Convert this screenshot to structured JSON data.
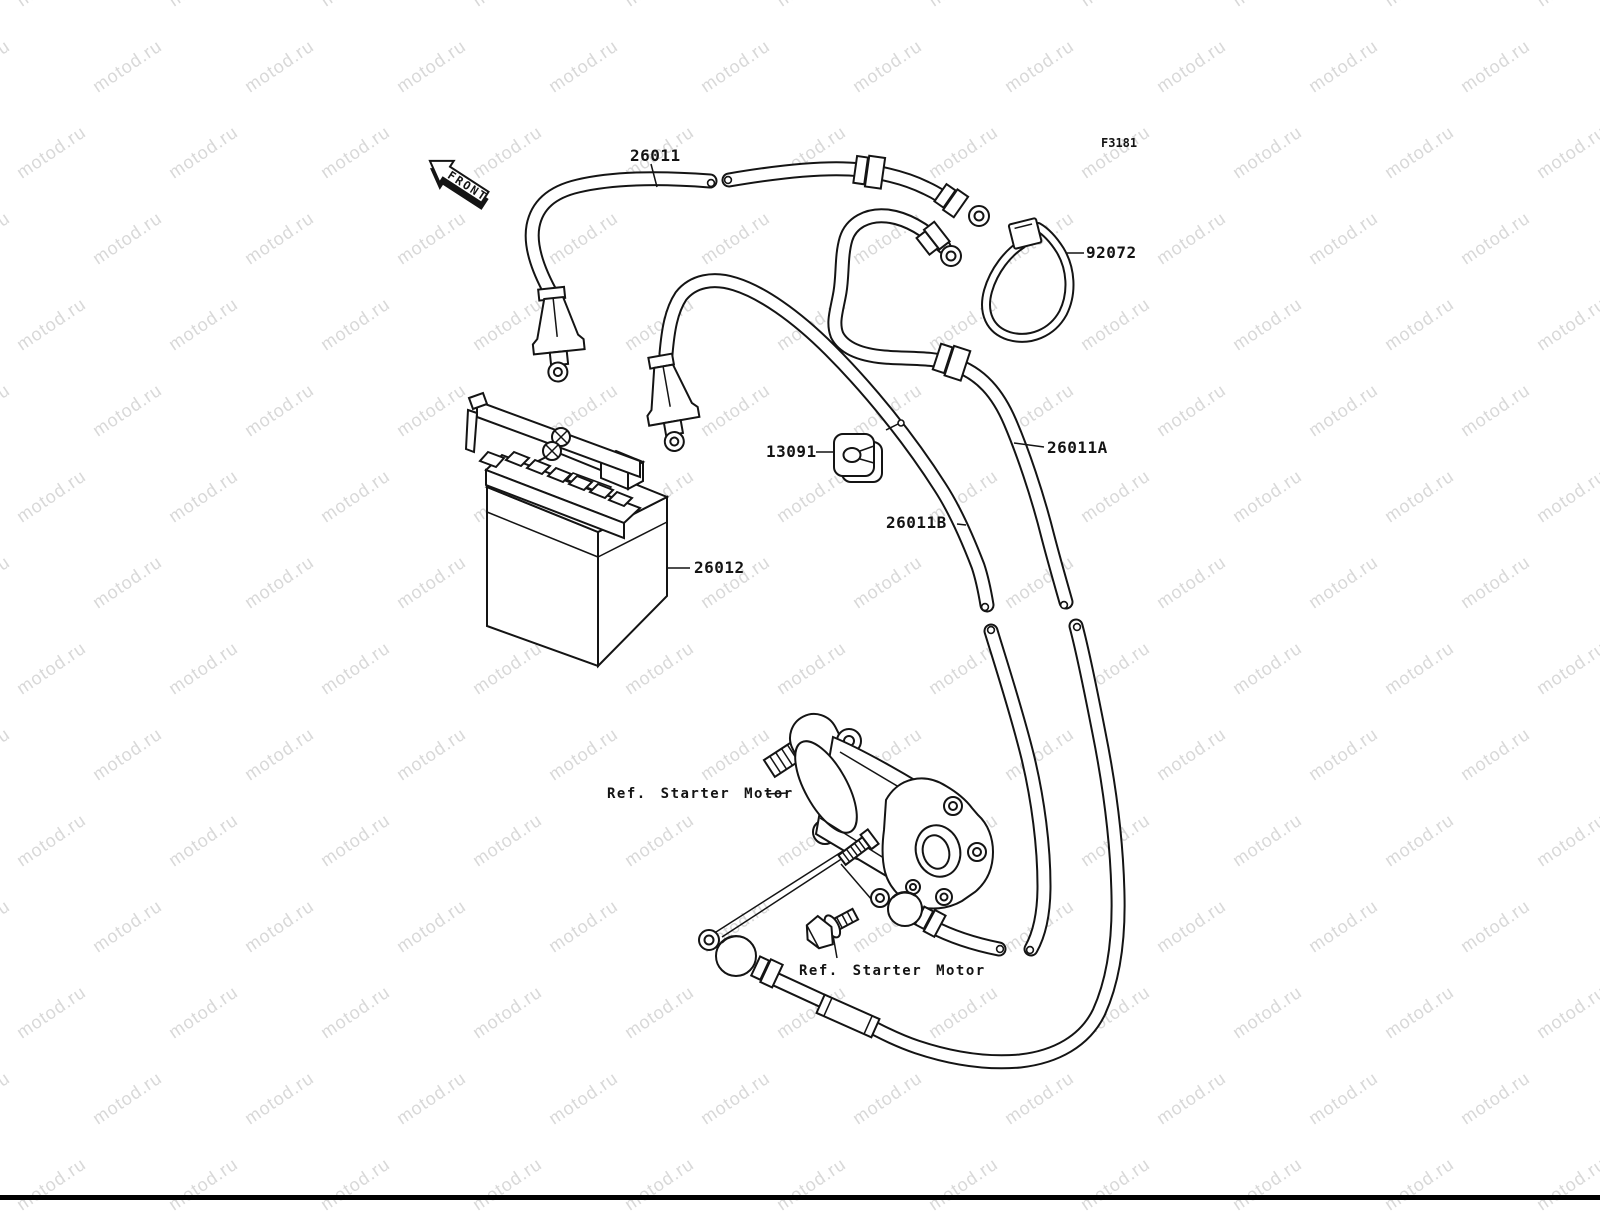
{
  "page": {
    "background": "#ffffff",
    "footer_bar_color": "#000000"
  },
  "watermark": {
    "text": "motod.ru",
    "color": "#d8d8d8"
  },
  "figure": {
    "code": "F3181",
    "front_arrow_text": "FRONT",
    "line_color": "#141414",
    "description": "Electrical equipment parts diagram: battery, starter motor cables"
  },
  "labels": {
    "cable_main": "26011",
    "clamp": "92072",
    "holder": "13091",
    "cable_a": "26011A",
    "cable_b": "26011B",
    "battery": "26012",
    "ref_starter_motor_upper": "Ref. Starter Motor",
    "ref_starter_motor_lower": "Ref. Starter Motor"
  }
}
